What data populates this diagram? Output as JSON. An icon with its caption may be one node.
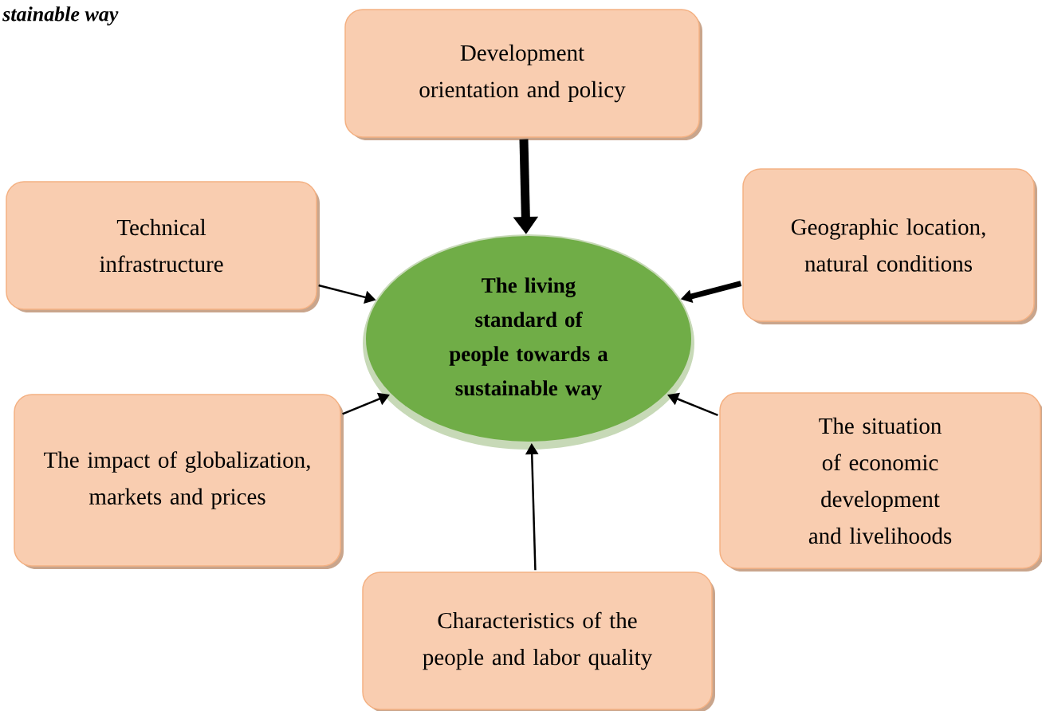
{
  "diagram": {
    "nodes": [
      {
        "text": [
          "Development orientation and policy"
        ]
      },
      {
        "text": [
          "Technical infrastructure"
        ]
      },
      {
        "text": [
          "Geographic location, natural conditions"
        ]
      },
      {
        "text": [
          "The living standard of people towards a sustainable way"
        ]
      },
      {
        "text": [
          "The impact of globalization, markets and prices"
        ]
      },
      {
        "text": [
          "The situation of economic development and livelihoods"
        ]
      },
      {
        "text": [
          "Characteristics of the people and labor quality"
        ]
      }
    ],
    "edges": [
      {
        "from": 0,
        "to": 3,
        "arrow": "to",
        "style": "thick"
      },
      {
        "from": 1,
        "to": 3,
        "arrow": "to"
      },
      {
        "from": 2,
        "to": 3,
        "arrow": "to",
        "style": "thick"
      },
      {
        "from": 4,
        "to": 3,
        "arrow": "to"
      },
      {
        "from": 5,
        "to": 3,
        "arrow": "to"
      },
      {
        "from": 6,
        "to": 3,
        "arrow": "to"
      }
    ],
    "labels": [
      "stainable way"
    ]
  }
}
